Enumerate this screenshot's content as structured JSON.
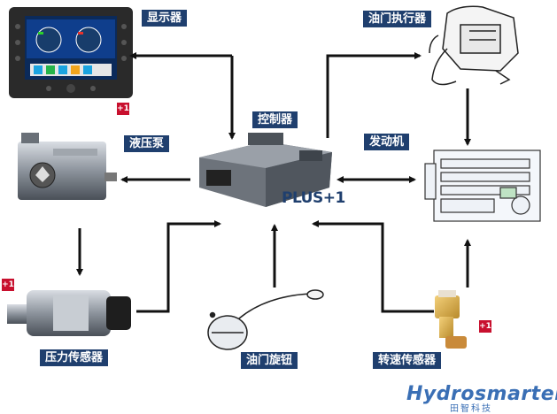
{
  "labels": {
    "display": "显示器",
    "controller": "控制器",
    "hydraulic_pump": "液压泵",
    "fuel_actuator": "油门执行器",
    "engine": "发动机",
    "pressure_sensor": "压力传感器",
    "throttle_knob": "油门旋钮",
    "speed_sensor": "转速传感器"
  },
  "logos": {
    "plus1_text": "PLUS+1",
    "plus1_badge": "+1",
    "brand_name": "Hydrosmarter",
    "brand_sub": "田智科技"
  },
  "colors": {
    "label_bg": "#1f3f6e",
    "label_fg": "#ffffff",
    "arrow": "#111111",
    "badge": "#c8102e",
    "brand": "#3a6fb5"
  }
}
